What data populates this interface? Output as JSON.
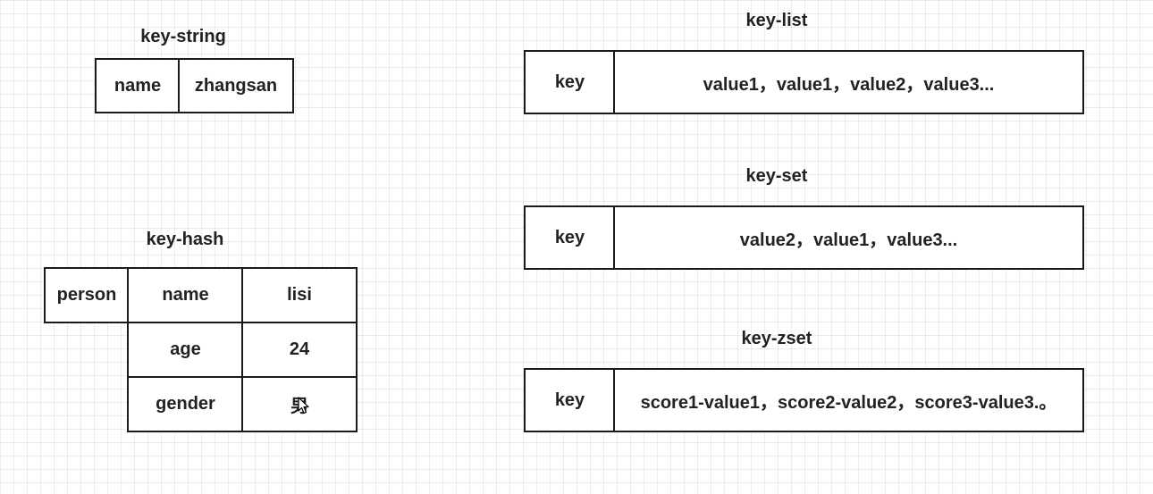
{
  "string_block": {
    "title": "key-string",
    "key": "name",
    "value": "zhangsan"
  },
  "list_block": {
    "title": "key-list",
    "key": "key",
    "value": "value1，value1，value2，value3..."
  },
  "set_block": {
    "title": "key-set",
    "key": "key",
    "value": "value2，value1，value3..."
  },
  "hash_block": {
    "title": "key-hash",
    "key": "person",
    "fields": [
      {
        "field": "name",
        "value": "lisi"
      },
      {
        "field": "age",
        "value": "24"
      },
      {
        "field": "gender",
        "value": "男"
      }
    ]
  },
  "zset_block": {
    "title": "key-zset",
    "key": "key",
    "value": "score1-value1，score2-value2，score3-value3.。"
  },
  "colors": {
    "border": "#1a1a1a",
    "text": "#222222",
    "grid": "#e6e6e6"
  }
}
